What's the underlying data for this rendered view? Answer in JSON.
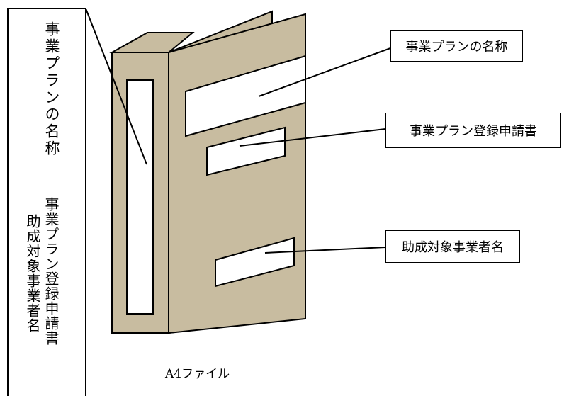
{
  "spine_label": {
    "plan_name": "事業プランの名称",
    "application": "事業プラン登録申請書",
    "grantee": "助成対象事業者名"
  },
  "callouts": {
    "plan_name": "事業プランの名称",
    "application": "事業プラン登録申請書",
    "grantee": "助成対象事業者名"
  },
  "caption": "A4ファイル",
  "colors": {
    "binder": "#c8bca0",
    "outline": "#000000",
    "label": "#ffffff"
  }
}
